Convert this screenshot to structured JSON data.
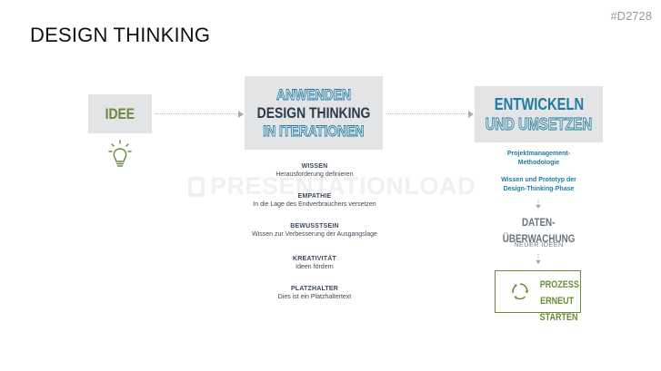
{
  "title": "DESIGN THINKING",
  "code": "#D2728",
  "watermark": "PRESENTATIONLOAD",
  "idee": "IDEE",
  "anwenden": {
    "line1": "ANWENDEN",
    "line2": "DESIGN THINKING",
    "line3": "IN ITERATIONEN"
  },
  "entwickeln": {
    "line1": "ENTWICKELN",
    "line2": "UND UMSETZEN"
  },
  "items": [
    {
      "heading": "WISSEN",
      "text": "Herausforderung definieren"
    },
    {
      "heading": "EMPATHIE",
      "text": "In die Lage des Endverbrauchers versetzen"
    },
    {
      "heading": "BEWUSSTSEIN",
      "text": "Wissen zur Verbesserung der Ausgangslage"
    },
    {
      "heading": "KREATIVITÄT",
      "text": "Ideen fördern"
    },
    {
      "heading": "PLATZHALTER",
      "text": "Dies ist ein Platzhaltertext"
    }
  ],
  "right": {
    "pm1": "Projektmanagement-",
    "pm2": "Methodologie",
    "wp1": "Wissen und Prototyp der",
    "wp2": "Design-Thinking-Phase",
    "daten1": "DATEN-",
    "daten2": "ÜBERWACHUNG",
    "neuer": "NEUER IDEEN",
    "prozess1": "PROZESS",
    "prozess2": "ERNEUT",
    "prozess3": "STARTEN"
  },
  "colors": {
    "green": "#6d8a3b",
    "blue": "#1f7ba2",
    "box": "#e3e4e5",
    "dark": "#2b3a4a"
  }
}
